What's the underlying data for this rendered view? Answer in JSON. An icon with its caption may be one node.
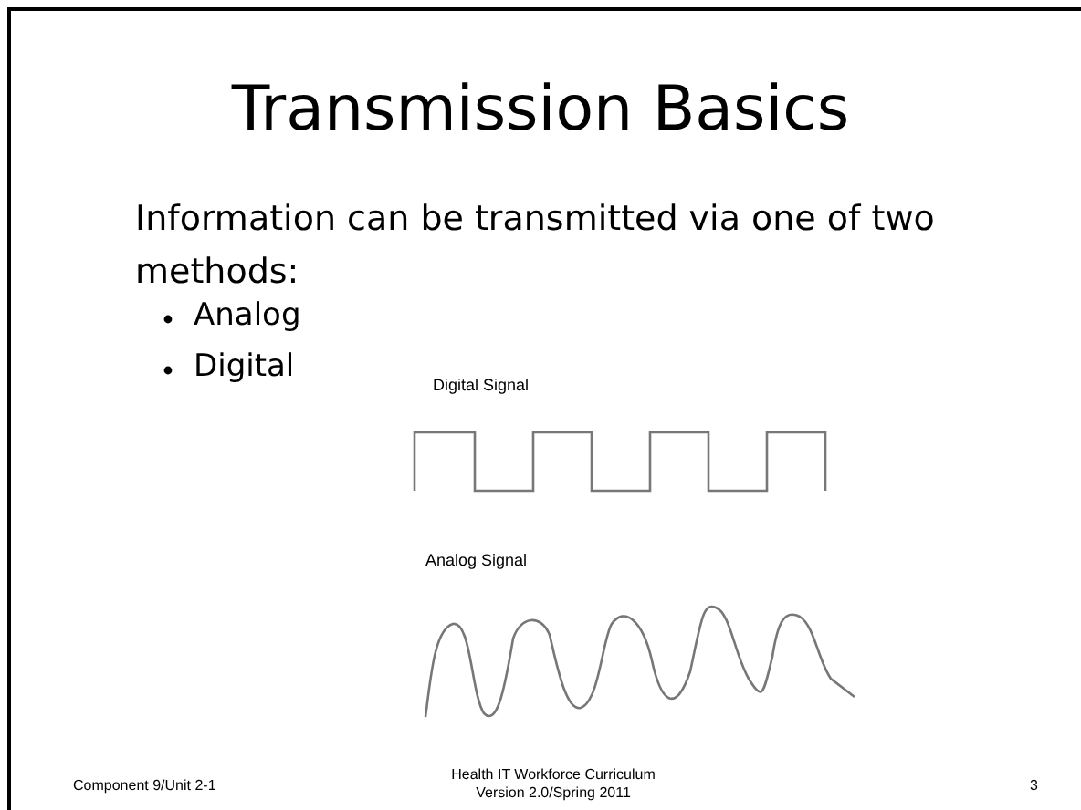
{
  "diagram": {
    "title": "Transmission Basics",
    "labels": [
      "Information can be transmitted via one of two methods:",
      "Analog",
      "Digital",
      "Digital Signal",
      "Analog Signal",
      "Component 9/Unit 2-1",
      "Health IT Workforce Curriculum Version 2.0/Spring 2011",
      "3"
    ]
  }
}
